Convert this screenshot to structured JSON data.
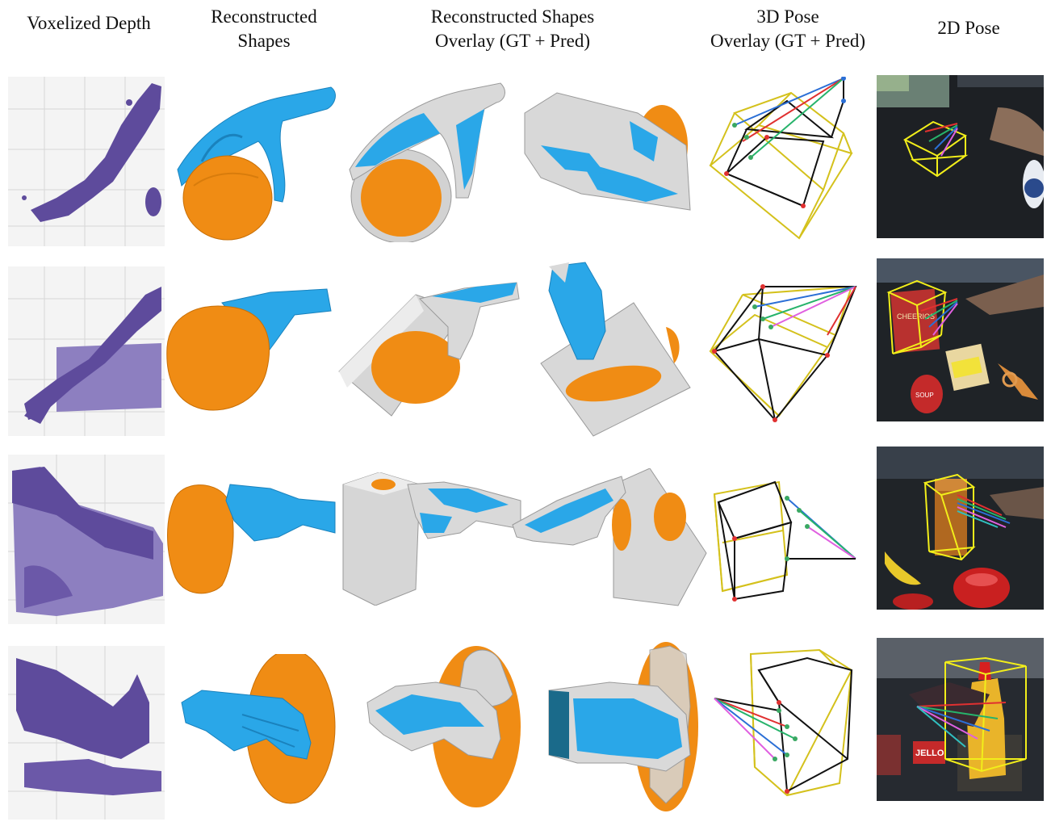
{
  "headers": {
    "depth": "Voxelized Depth",
    "shapes_line1": "Reconstructed",
    "shapes_line2": "Shapes",
    "overlay_line1": "Reconstructed Shapes",
    "overlay_line2": "Overlay (GT + Pred)",
    "pose3d_line1": "3D Pose",
    "pose3d_line2": "Overlay (GT + Pred)",
    "pose2d": "2D Pose"
  },
  "colors": {
    "hand": "#2aa7e8",
    "object": "#f08c14",
    "ground_truth_mesh": "#cfcfcf",
    "voxel": "#5e4b9c",
    "pose_gt": "#d4c11c",
    "pose_pred": "#111111",
    "pose_box_2d": "#f2ee1a"
  },
  "photo_labels": {
    "row2_box": "CHEERIOS",
    "row2_can": "SOUP",
    "row4_box": "JELLO"
  }
}
